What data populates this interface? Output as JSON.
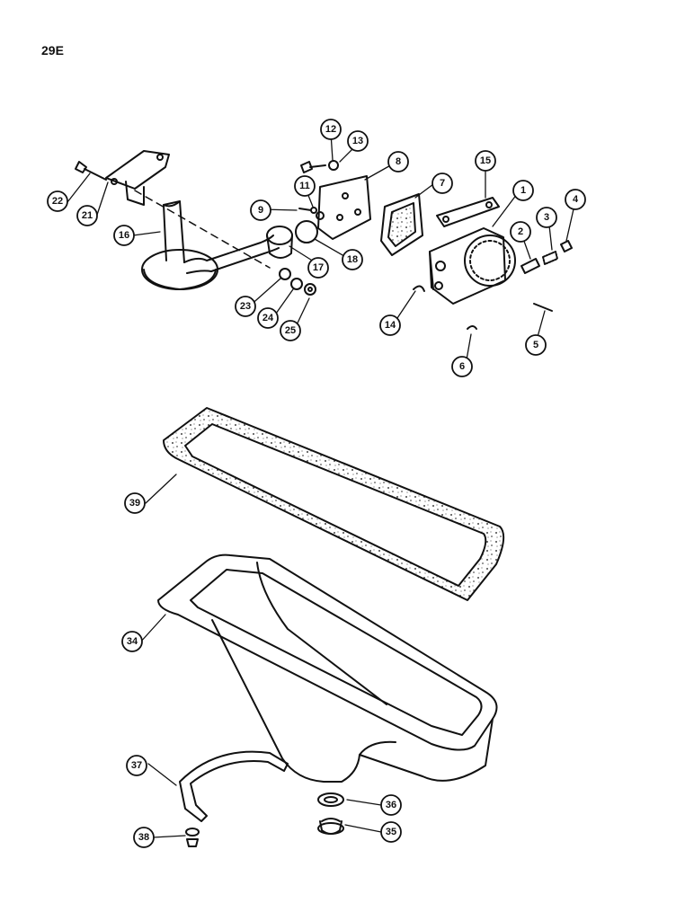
{
  "page": {
    "label": "29E"
  },
  "callouts": {
    "c1": "1",
    "c2": "2",
    "c3": "3",
    "c4": "4",
    "c5": "5",
    "c6": "6",
    "c7": "7",
    "c8": "8",
    "c9": "9",
    "c11": "11",
    "c12": "12",
    "c13": "13",
    "c14": "14",
    "c15": "15",
    "c16": "16",
    "c17": "17",
    "c18": "18",
    "c21": "21",
    "c22": "22",
    "c23": "23",
    "c24": "24",
    "c25": "25",
    "c34": "34",
    "c35": "35",
    "c36": "36",
    "c37": "37",
    "c38": "38",
    "c39": "39"
  },
  "colors": {
    "ink": "#111111",
    "paper": "#ffffff",
    "gasket_dot": "#555555"
  }
}
